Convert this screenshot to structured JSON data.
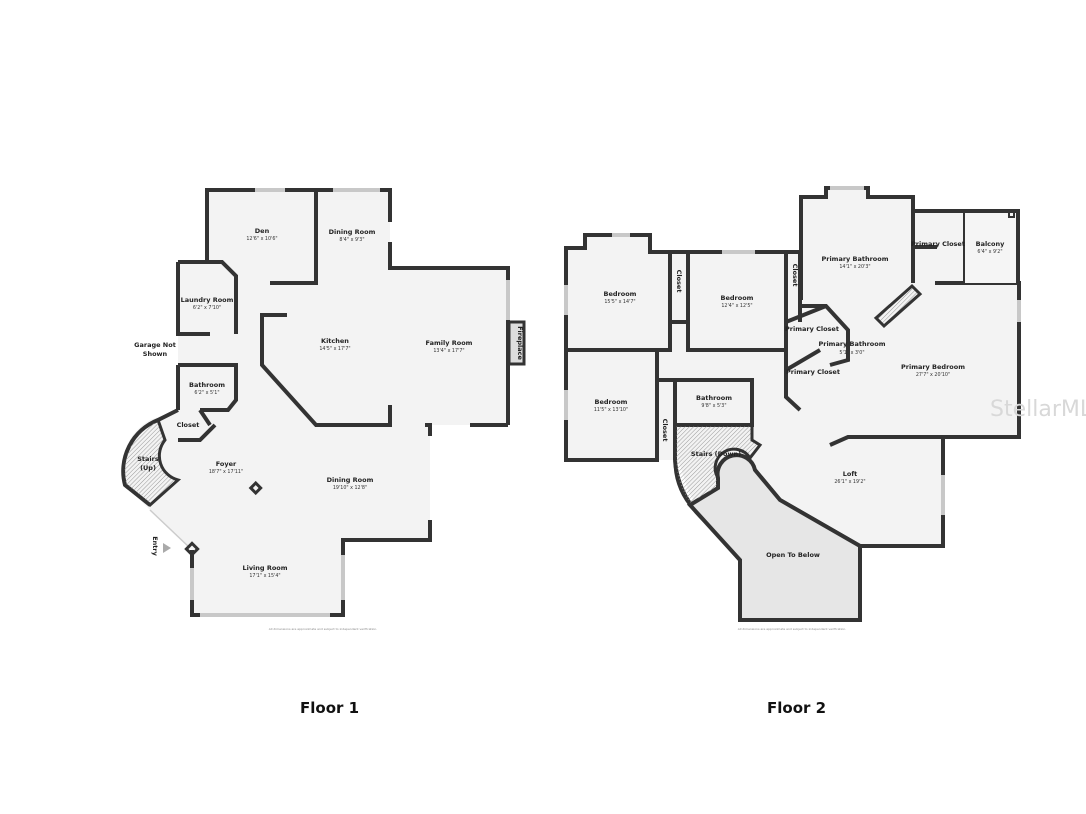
{
  "floor1": {
    "caption": "Floor 1",
    "garage_note": [
      "Garage Not",
      "Shown"
    ],
    "entry": "Entry",
    "disclaimer": "All dimensions are approximate and subject to independent verification.",
    "rooms": [
      {
        "name": "Den",
        "dims": "12'6\" x 10'6\""
      },
      {
        "name": "Dining Room",
        "dims": "8'4\" x 9'3\""
      },
      {
        "name": "Laundry Room",
        "dims": "6'2\" x 7'10\""
      },
      {
        "name": "Kitchen",
        "dims": "14'5\" x 17'7\""
      },
      {
        "name": "Family Room",
        "dims": "13'4\" x 17'7\""
      },
      {
        "name": "Bathroom",
        "dims": "6'2\" x 5'1\""
      },
      {
        "name": "Closet",
        "dims": ""
      },
      {
        "name": "Stairs",
        "dims": "(Up)"
      },
      {
        "name": "Foyer",
        "dims": "18'7\" x 17'11\""
      },
      {
        "name": "Dining Room",
        "dims": "19'10\" x 12'8\""
      },
      {
        "name": "Living Room",
        "dims": "17'1\" x 15'4\""
      },
      {
        "name": "Fireplace",
        "dims": ""
      }
    ]
  },
  "floor2": {
    "caption": "Floor 2",
    "disclaimer": "All dimensions are approximate and subject to independent verification.",
    "rooms": [
      {
        "name": "Bedroom",
        "dims": "15'5\" x 14'7\""
      },
      {
        "name": "Closet",
        "dims": ""
      },
      {
        "name": "Bedroom",
        "dims": "12'4\" x 12'5\""
      },
      {
        "name": "Closet",
        "dims": ""
      },
      {
        "name": "Primary Bathroom",
        "dims": "14'1\" x 20'3\""
      },
      {
        "name": "Primary Closet",
        "dims": ""
      },
      {
        "name": "Balcony",
        "dims": "6'4\" x 9'2\""
      },
      {
        "name": "Primary Closet",
        "dims": ""
      },
      {
        "name": "Primary Bathroom",
        "dims": "5'1\" x 3'0\""
      },
      {
        "name": "Primary Closet",
        "dims": ""
      },
      {
        "name": "Primary Bedroom",
        "dims": "27'7\" x 20'10\""
      },
      {
        "name": "Bedroom",
        "dims": "11'5\" x 13'10\""
      },
      {
        "name": "Bathroom",
        "dims": "9'8\" x 5'3\""
      },
      {
        "name": "Closet",
        "dims": ""
      },
      {
        "name": "Stairs (Down)",
        "dims": ""
      },
      {
        "name": "Loft",
        "dims": "26'1\" x 19'2\""
      },
      {
        "name": "Open To Below",
        "dims": ""
      }
    ]
  },
  "watermark": "StellarMLS"
}
